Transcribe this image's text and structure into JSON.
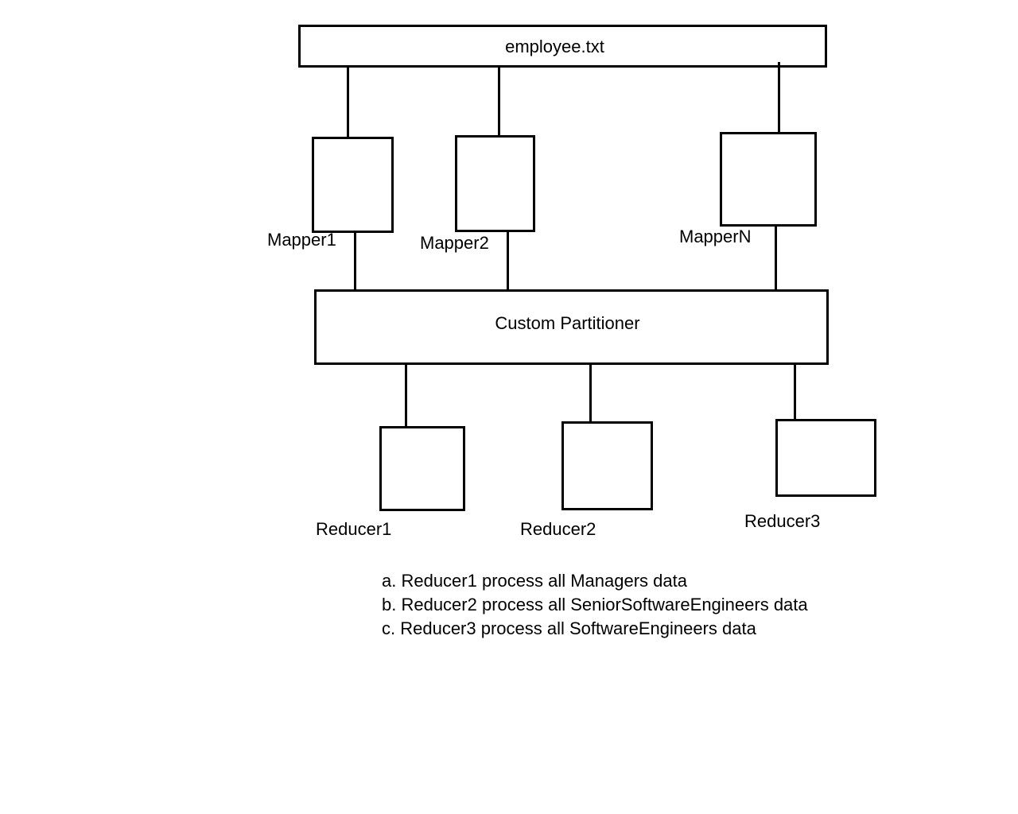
{
  "source_file": {
    "label": "employee.txt"
  },
  "mappers": [
    {
      "label": "Mapper1"
    },
    {
      "label": "Mapper2"
    },
    {
      "label": "MapperN"
    }
  ],
  "partitioner": {
    "label": "Custom Partitioner"
  },
  "reducers": [
    {
      "label": "Reducer1"
    },
    {
      "label": "Reducer2"
    },
    {
      "label": "Reducer3"
    }
  ],
  "notes": [
    "a. Reducer1 process all Managers data",
    "b. Reducer2 process all SeniorSoftwareEngineers data",
    "c. Reducer3 process all SoftwareEngineers data"
  ]
}
